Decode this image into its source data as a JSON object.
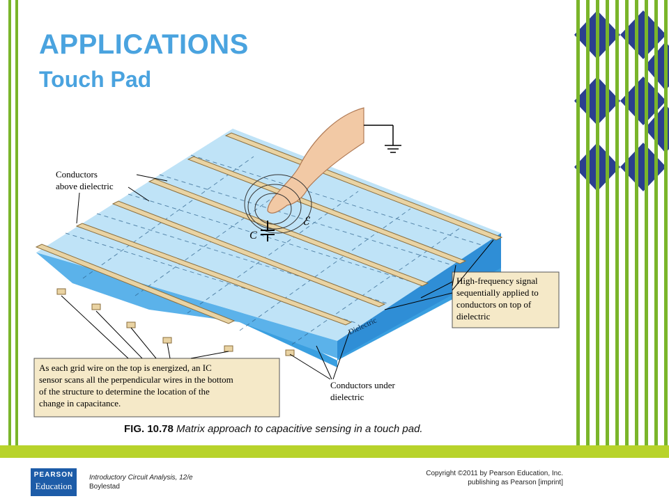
{
  "slide": {
    "title": "APPLICATIONS",
    "subtitle": "Touch Pad"
  },
  "figure": {
    "labels": {
      "conductors_above_l1": "Conductors",
      "conductors_above_l2": "above dielectric",
      "signal_l1": "High-frequency signal",
      "signal_l2": "sequentially applied to",
      "signal_l3": "conductors on top of",
      "signal_l4": "dielectric",
      "sensor_l1": "As each grid wire on the top is energized, an IC",
      "sensor_l2": "sensor scans all the perpendicular wires in the bottom",
      "sensor_l3": "of the structure to determine the location of the",
      "sensor_l4": "change in capacitance.",
      "conductors_under_l1": "Conductors under",
      "conductors_under_l2": "dielectric",
      "dielectric": "Dielectric",
      "capacitor": "C",
      "field": "ℰ"
    }
  },
  "caption": {
    "fig_number": "FIG. 10.78",
    "text": " Matrix approach to capacitive sensing in a touch pad."
  },
  "footer": {
    "logo_line1": "PEARSON",
    "logo_line2": "Education",
    "book_title": "Introductory Circuit Analysis, 12/e",
    "book_author": "Boylestad",
    "copyright_line1": "Copyright ©2011 by Pearson Education, Inc.",
    "copyright_line2": "publishing as Pearson [imprint]"
  },
  "colors": {
    "title": "#4aa3df",
    "stripe_green": "#7ab52a",
    "band": "#b8d32b",
    "diamond": "#2b3f8f",
    "dielectric_top": "#bfe3f7",
    "dielectric_side": "#3a9fe0",
    "conductor": "#e9d3a3",
    "label_box": "#f5e9c8"
  }
}
